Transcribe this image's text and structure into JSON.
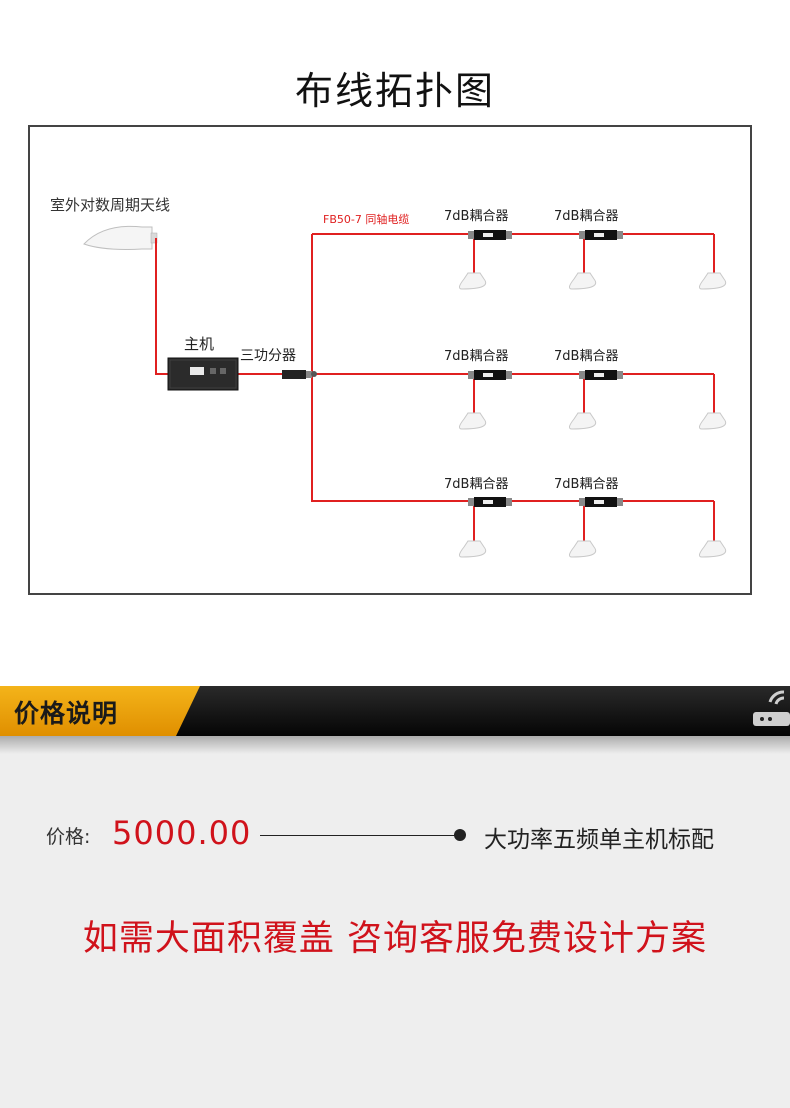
{
  "header": {
    "title": "布线拓扑图"
  },
  "diagram": {
    "antenna_label": "室外对数周期天线",
    "host_label": "主机",
    "splitter_label": "三功分器",
    "cable_label": "FB50-7 同轴电缆",
    "coupler_label": "7dB耦合器",
    "colors": {
      "cable": "#e02020",
      "frame": "#444444"
    }
  },
  "price_section": {
    "banner_title": "价格说明",
    "price_label": "价格:",
    "price_value": "5000.00",
    "price_desc": "大功率五频单主机标配",
    "slogan": "如需大面积覆盖 咨询客服免费设计方案",
    "colors": {
      "accent": "#d0121b",
      "banner_tag": "#f4b41a",
      "banner_bg": "#111111"
    }
  }
}
